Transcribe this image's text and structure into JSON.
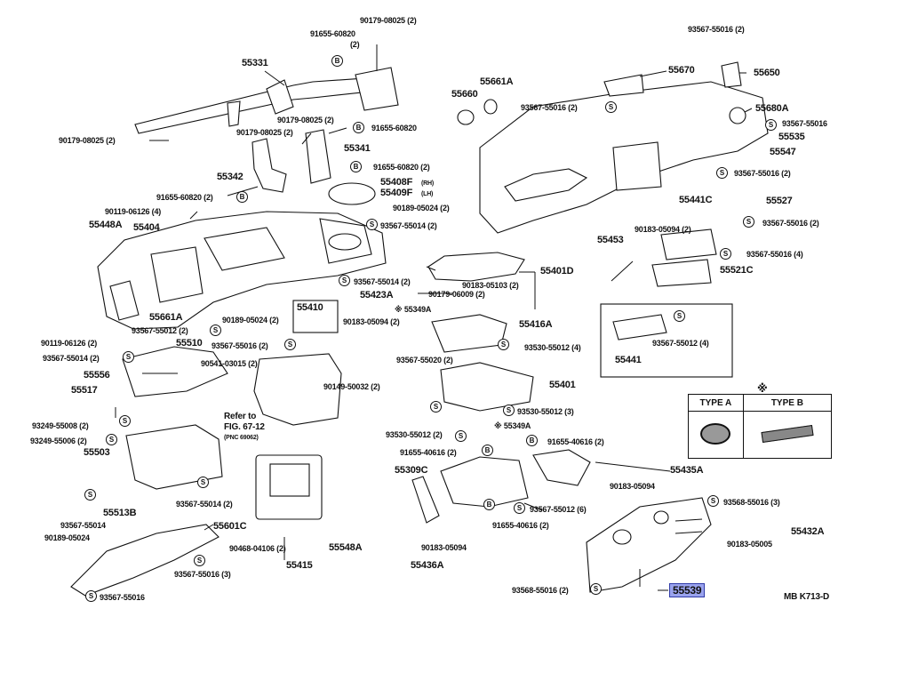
{
  "diagram_code": "MB K713-D",
  "highlighted_part": "55539",
  "type_table": {
    "note_mark": "※",
    "type_a": "TYPE A",
    "type_b": "TYPE B"
  },
  "labels": [
    "90179-08025 (2)",
    "91655-60820",
    "(2)",
    "55331",
    "90179-08025 (2)",
    "90179-08025 (2)",
    "91655-60820",
    "90179-08025 (2)",
    "55341",
    "55342",
    "91655-60820 (2)",
    "91655-60820 (2)",
    "55408F",
    "(RH)",
    "55409F",
    "(LH)",
    "90189-05024 (2)",
    "90119-06126 (4)",
    "55448A",
    "55404",
    "93567-55014 (2)",
    "93567-55014 (2)",
    "90189-05024 (2)",
    "55410",
    "55423A",
    "55661A",
    "93567-55012 (2)",
    "90119-06126 (2)",
    "55510",
    "93567-55016 (2)",
    "93567-55014 (2)",
    "90541-03015 (2)",
    "55556",
    "55517",
    "93249-55008 (2)",
    "93249-55006 (2)",
    "55503",
    "Refer to",
    "FIG. 67-12",
    "(PNC 69062)",
    "93567-55014 (2)",
    "55513B",
    "93567-55014",
    "90189-05024",
    "55601C",
    "93567-55016 (3)",
    "93567-55016",
    "90468-04106 (2)",
    "55415",
    "55548A",
    "※ 55349A",
    "90183-05094 (2)",
    "90149-50032 (2)",
    "90179-06009 (2)",
    "90183-05103 (2)",
    "55401D",
    "55416A",
    "93530-55012 (4)",
    "93567-55020 (2)",
    "55401",
    "93530-55012 (3)",
    "93530-55012 (2)",
    "※ 55349A",
    "91655-40616 (2)",
    "91655-40616 (2)",
    "55309C",
    "93567-55012 (6)",
    "91655-40616 (2)",
    "90183-05094",
    "55436A",
    "55435A",
    "90183-05094",
    "93567-55016 (2)",
    "55661A",
    "55660",
    "55670",
    "93567-55016 (2)",
    "55650",
    "55680A",
    "93567-55016",
    "55535",
    "55547",
    "93567-55016 (2)",
    "55441C",
    "55527",
    "90183-05094 (2)",
    "93567-55016 (2)",
    "55453",
    "93567-55016 (4)",
    "55521C",
    "93567-55012 (4)",
    "55441",
    "93568-55016 (3)",
    "90183-05005",
    "55432A",
    "93568-55016 (2)"
  ],
  "badges": {
    "screw": "S",
    "bolt": "B"
  }
}
